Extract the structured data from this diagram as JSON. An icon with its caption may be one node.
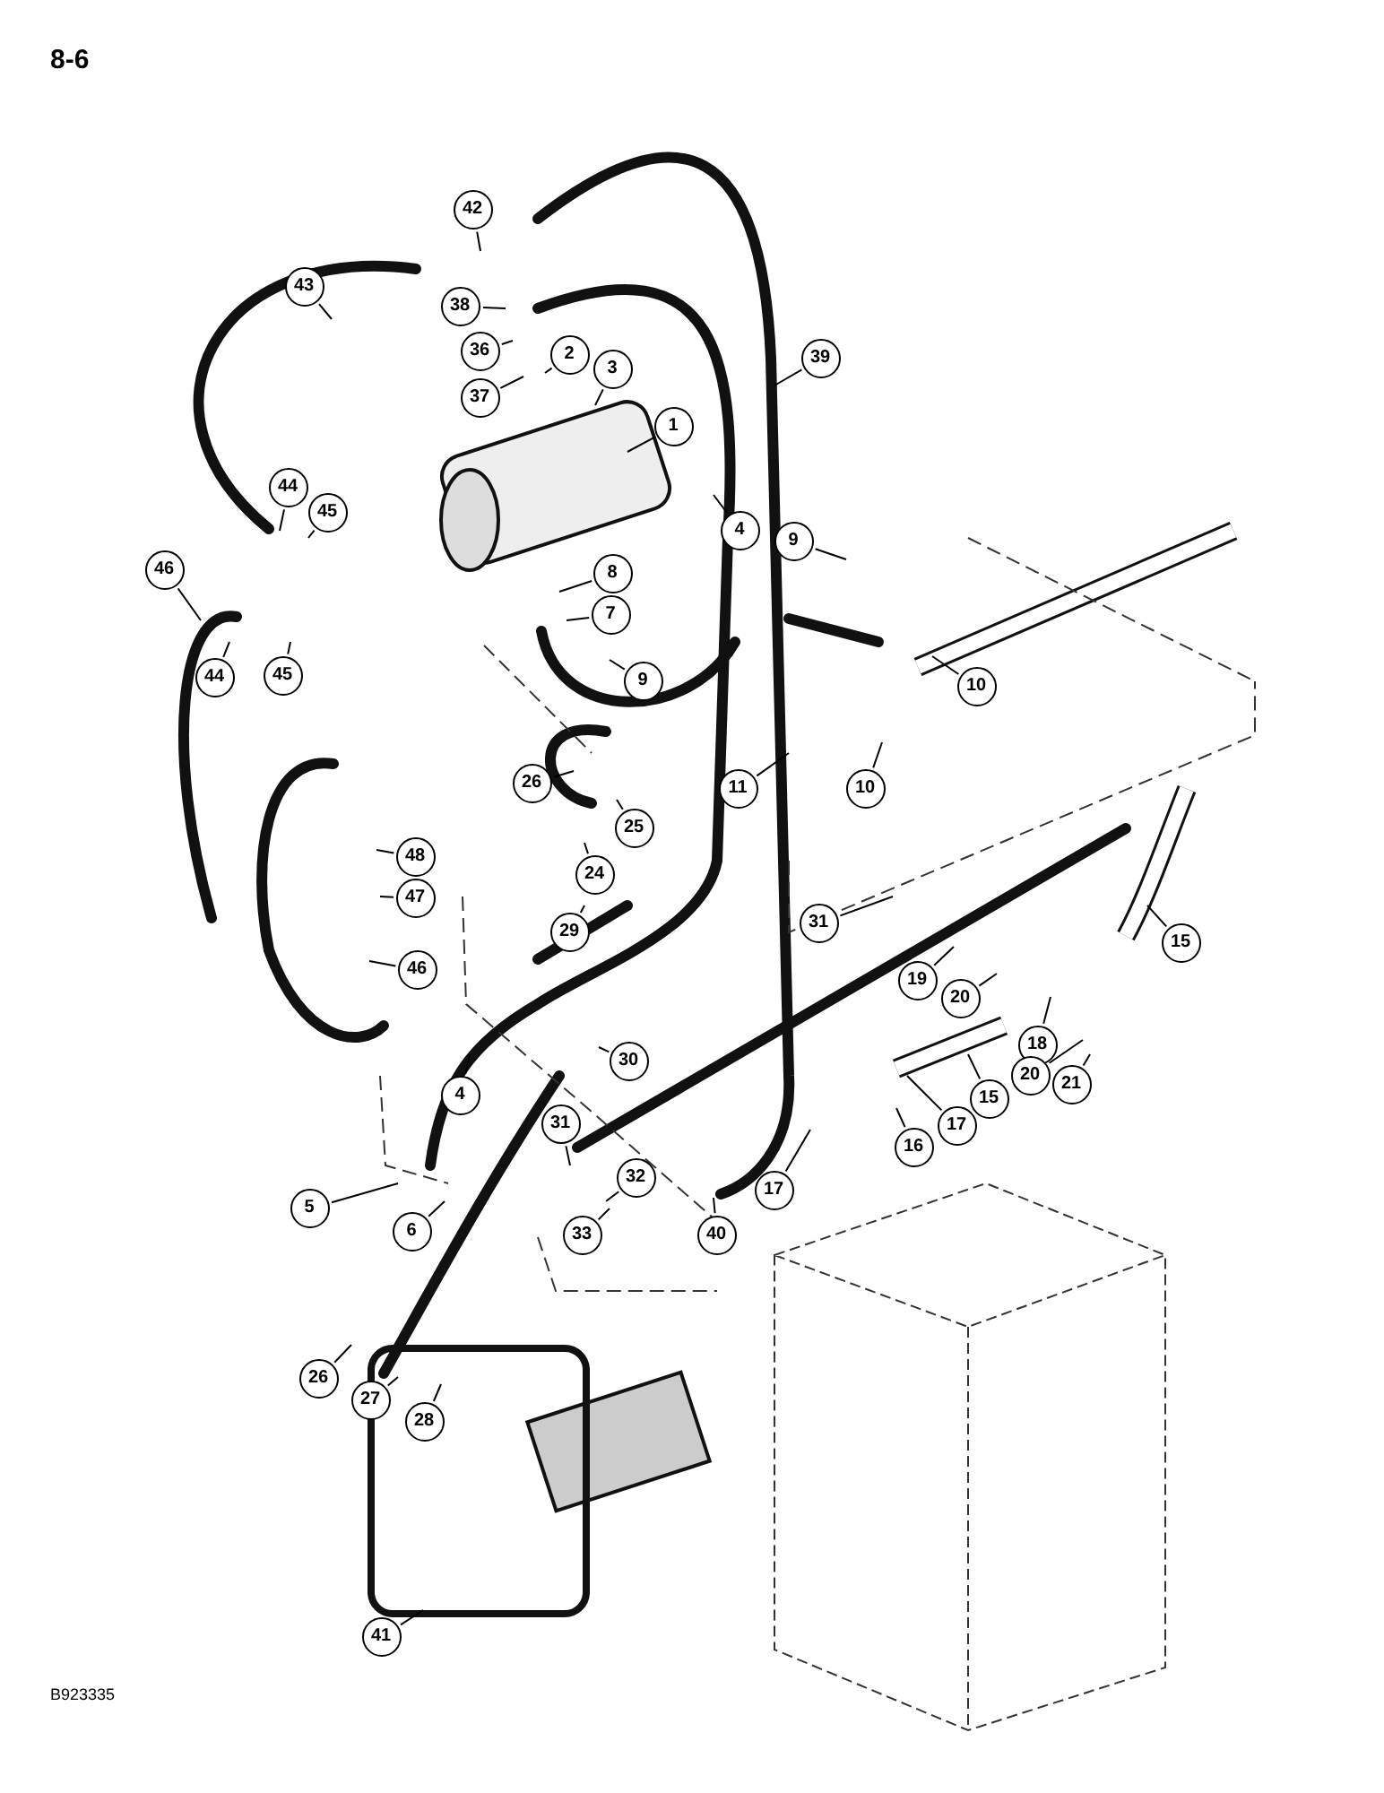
{
  "diagram": {
    "nodes": [
      {
        "text": [
          "42"
        ]
      },
      {
        "text": [
          "43"
        ]
      },
      {
        "text": [
          "38"
        ]
      },
      {
        "text": [
          "36"
        ]
      },
      {
        "text": [
          "2"
        ]
      },
      {
        "text": [
          "39"
        ]
      },
      {
        "text": [
          "3"
        ]
      },
      {
        "text": [
          "37"
        ]
      },
      {
        "text": [
          "1"
        ]
      },
      {
        "text": [
          "44"
        ]
      },
      {
        "text": [
          "45"
        ]
      },
      {
        "text": [
          "4"
        ]
      },
      {
        "text": [
          "9"
        ]
      },
      {
        "text": [
          "46"
        ]
      },
      {
        "text": [
          "8"
        ]
      },
      {
        "text": [
          "7"
        ]
      },
      {
        "text": [
          "44"
        ]
      },
      {
        "text": [
          "45"
        ]
      },
      {
        "text": [
          "9"
        ]
      },
      {
        "text": [
          "10"
        ]
      },
      {
        "text": [
          "10"
        ]
      },
      {
        "text": [
          "11"
        ]
      },
      {
        "text": [
          "26"
        ]
      },
      {
        "text": [
          "25"
        ]
      },
      {
        "text": [
          "24"
        ]
      },
      {
        "text": [
          "48"
        ]
      },
      {
        "text": [
          "47"
        ]
      },
      {
        "text": [
          "31"
        ]
      },
      {
        "text": [
          "29"
        ]
      },
      {
        "text": [
          "46"
        ]
      },
      {
        "text": [
          "19"
        ]
      },
      {
        "text": [
          "20"
        ]
      },
      {
        "text": [
          "15"
        ]
      },
      {
        "text": [
          "18"
        ]
      },
      {
        "text": [
          "30"
        ]
      },
      {
        "text": [
          "20"
        ]
      },
      {
        "text": [
          "21"
        ]
      },
      {
        "text": [
          "15"
        ]
      },
      {
        "text": [
          "4"
        ]
      },
      {
        "text": [
          "17"
        ]
      },
      {
        "text": [
          "31"
        ]
      },
      {
        "text": [
          "16"
        ]
      },
      {
        "text": [
          "32"
        ]
      },
      {
        "text": [
          "17"
        ]
      },
      {
        "text": [
          "5"
        ]
      },
      {
        "text": [
          "6"
        ]
      },
      {
        "text": [
          "33"
        ]
      },
      {
        "text": [
          "40"
        ]
      },
      {
        "text": [
          "26"
        ]
      },
      {
        "text": [
          "27"
        ]
      },
      {
        "text": [
          "28"
        ]
      },
      {
        "text": [
          "41"
        ]
      }
    ],
    "edges": [
      {
        "from": 0,
        "to": null,
        "arrow": "none"
      },
      {
        "from": 1,
        "to": null,
        "arrow": "none"
      },
      {
        "from": 2,
        "to": null,
        "arrow": "none"
      },
      {
        "from": 3,
        "to": null,
        "arrow": "none"
      },
      {
        "from": 4,
        "to": null,
        "arrow": "none"
      },
      {
        "from": 5,
        "to": null,
        "arrow": "none"
      },
      {
        "from": 6,
        "to": null,
        "arrow": "none"
      },
      {
        "from": 7,
        "to": null,
        "arrow": "none"
      },
      {
        "from": 8,
        "to": null,
        "arrow": "none"
      },
      {
        "from": 9,
        "to": null,
        "arrow": "none"
      },
      {
        "from": 10,
        "to": null,
        "arrow": "none"
      },
      {
        "from": 11,
        "to": null,
        "arrow": "none"
      },
      {
        "from": 12,
        "to": null,
        "arrow": "none"
      },
      {
        "from": 13,
        "to": null,
        "arrow": "none"
      },
      {
        "from": 14,
        "to": null,
        "arrow": "none"
      },
      {
        "from": 15,
        "to": null,
        "arrow": "none"
      },
      {
        "from": 16,
        "to": null,
        "arrow": "none"
      },
      {
        "from": 17,
        "to": null,
        "arrow": "none"
      },
      {
        "from": 18,
        "to": null,
        "arrow": "none"
      },
      {
        "from": 19,
        "to": null,
        "arrow": "none"
      },
      {
        "from": 20,
        "to": null,
        "arrow": "none"
      },
      {
        "from": 21,
        "to": null,
        "arrow": "none"
      },
      {
        "from": 22,
        "to": null,
        "arrow": "none"
      },
      {
        "from": 23,
        "to": null,
        "arrow": "none"
      },
      {
        "from": 24,
        "to": null,
        "arrow": "none"
      },
      {
        "from": 25,
        "to": null,
        "arrow": "none"
      },
      {
        "from": 26,
        "to": null,
        "arrow": "none"
      },
      {
        "from": 27,
        "to": null,
        "arrow": "none"
      },
      {
        "from": 28,
        "to": null,
        "arrow": "none"
      },
      {
        "from": 29,
        "to": null,
        "arrow": "none"
      },
      {
        "from": 30,
        "to": null,
        "arrow": "none"
      },
      {
        "from": 31,
        "to": null,
        "arrow": "none"
      },
      {
        "from": 32,
        "to": null,
        "arrow": "none"
      },
      {
        "from": 33,
        "to": null,
        "arrow": "none"
      },
      {
        "from": 34,
        "to": null,
        "arrow": "none"
      },
      {
        "from": 35,
        "to": null,
        "arrow": "none"
      },
      {
        "from": 36,
        "to": null,
        "arrow": "none"
      },
      {
        "from": 37,
        "to": null,
        "arrow": "none"
      },
      {
        "from": 38,
        "to": null,
        "arrow": "none"
      },
      {
        "from": 39,
        "to": null,
        "arrow": "none"
      },
      {
        "from": 40,
        "to": null,
        "arrow": "none"
      },
      {
        "from": 41,
        "to": null,
        "arrow": "none"
      },
      {
        "from": 42,
        "to": null,
        "arrow": "none"
      },
      {
        "from": 43,
        "to": null,
        "arrow": "none"
      },
      {
        "from": 44,
        "to": null,
        "arrow": "none"
      },
      {
        "from": 45,
        "to": null,
        "arrow": "none"
      },
      {
        "from": 46,
        "to": null,
        "arrow": "none"
      },
      {
        "from": 47,
        "to": null,
        "arrow": "none"
      },
      {
        "from": 48,
        "to": null,
        "arrow": "none"
      },
      {
        "from": 49,
        "to": null,
        "arrow": "none"
      },
      {
        "from": 50,
        "to": null,
        "arrow": "none"
      },
      {
        "from": 51,
        "to": null,
        "arrow": "none"
      }
    ],
    "labels": [
      "8-6",
      "B923335"
    ]
  }
}
